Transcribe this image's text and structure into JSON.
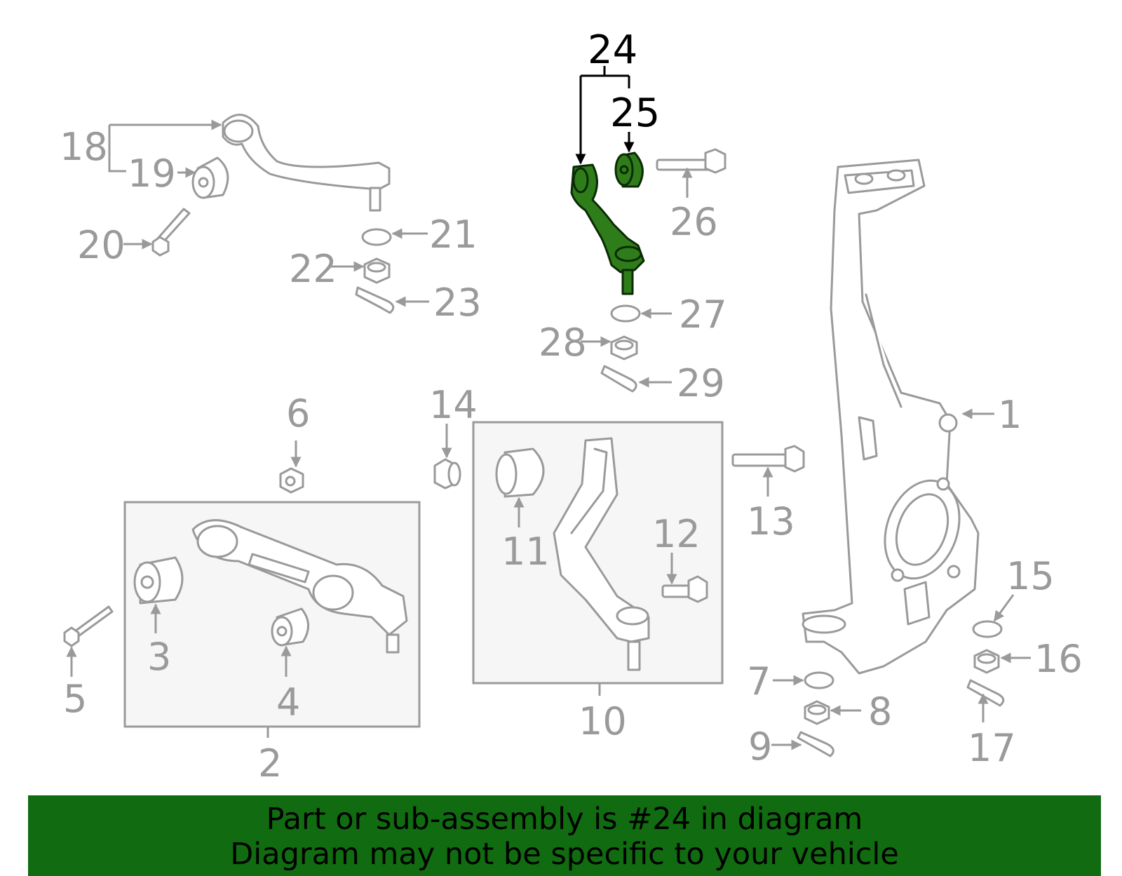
{
  "callouts": {
    "c1": "1",
    "c2": "2",
    "c3": "3",
    "c4": "4",
    "c5": "5",
    "c6": "6",
    "c7": "7",
    "c8": "8",
    "c9": "9",
    "c10": "10",
    "c11": "11",
    "c12": "12",
    "c13": "13",
    "c14": "14",
    "c15": "15",
    "c16": "16",
    "c17": "17",
    "c18": "18",
    "c19": "19",
    "c20": "20",
    "c21": "21",
    "c22": "22",
    "c23": "23",
    "c24": "24",
    "c25": "25",
    "c26": "26",
    "c27": "27",
    "c28": "28",
    "c29": "29"
  },
  "highlighted_parts": [
    "24",
    "25"
  ],
  "colors": {
    "highlight_fill": "#2e7d1a",
    "banner_bg": "#116b11",
    "part_stroke": "#9a9a9a"
  },
  "banner": {
    "line1": "Part or sub-assembly is #24 in diagram",
    "line2": "Diagram may not be specific to your vehicle"
  }
}
